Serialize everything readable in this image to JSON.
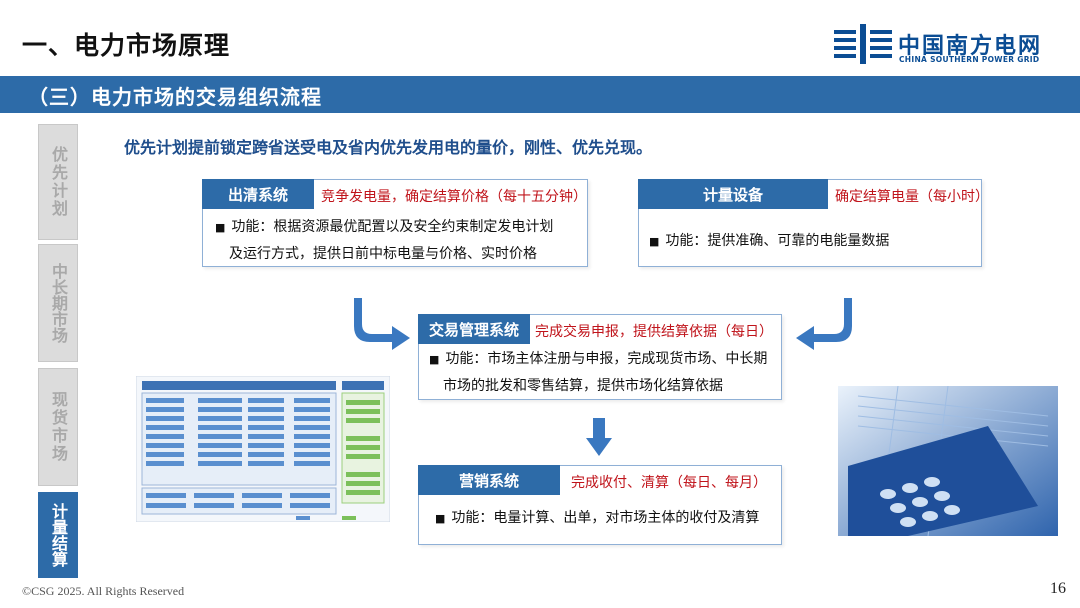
{
  "header": {
    "main_title": "一、电力市场原理",
    "section_title": "（三）电力市场的交易组织流程",
    "logo": {
      "cn": "中国南方电网",
      "en": "CHINA SOUTHERN POWER GRID",
      "icon": "csg-logo-icon"
    }
  },
  "side_tabs": [
    {
      "label": "优先计划",
      "active": false
    },
    {
      "label": "中长期市场",
      "active": false
    },
    {
      "label": "现货市场",
      "active": false
    },
    {
      "label": "计量结算",
      "active": true
    }
  ],
  "lead_text": "优先计划提前锁定跨省送受电及省内优先发用电的量价，刚性、优先兑现。",
  "boxes": {
    "clearing": {
      "title": "出清系统",
      "tag": "竞争发电量，确定结算价格（每十五分钟）",
      "bullet_line1": "功能：根据资源最优配置以及安全约束制定发电计划",
      "bullet_line2": "及运行方式，提供日前中标电量与价格、实时价格"
    },
    "metering": {
      "title": "计量设备",
      "tag": "确定结算电量（每小时）",
      "bullet_line1": "功能：提供准确、可靠的电能量数据"
    },
    "trading": {
      "title": "交易管理系统",
      "tag": "完成交易申报，提供结算依据（每日）",
      "bullet_line1": "功能：市场主体注册与申报，完成现货市场、中长期",
      "bullet_line2": "市场的批发和零售结算，提供市场化结算依据"
    },
    "marketing": {
      "title": "营销系统",
      "tag": "完成收付、清算（每日、每月）",
      "bullet_line1": "功能：电量计算、出单，对市场主体的收付及清算"
    }
  },
  "footer": {
    "copyright": "©CSG 2025. All Rights Reserved",
    "page_number": "16"
  },
  "colors": {
    "brand_blue": "#2d6ba8",
    "logo_blue": "#0b4d94",
    "tag_red": "#c0141b",
    "arrow_blue": "#3a78c0",
    "tab_inactive": "#dcdcdc"
  }
}
